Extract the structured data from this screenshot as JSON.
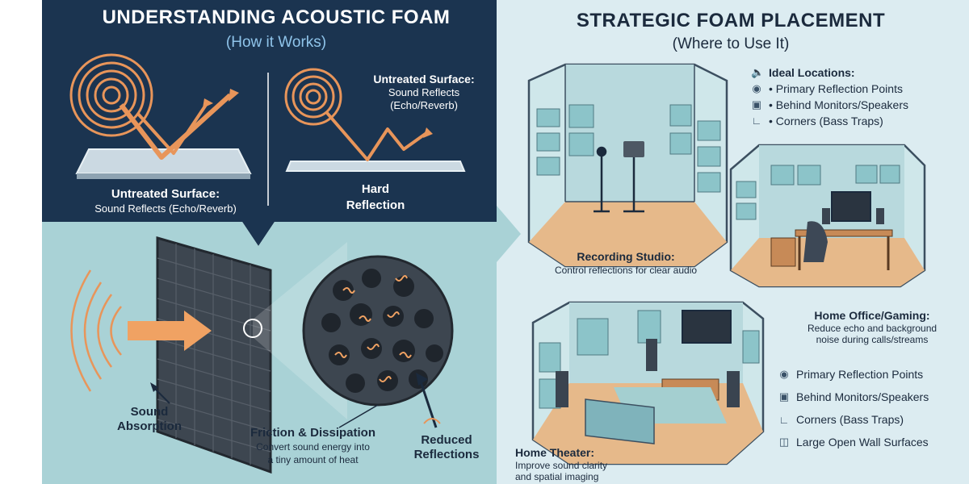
{
  "left": {
    "title": "UNDERSTANDING ACOUSTIC FOAM",
    "subtitle": "(How it Works)",
    "panel1": {
      "label_title": "Untreated Surface:",
      "label_desc": "Sound Reflects (Echo/Reverb)"
    },
    "panel2": {
      "label_line1": "Untreated Surface:",
      "label_line2": "Sound Reflects",
      "label_line3": "(Echo/Reverb)",
      "bottom_line1": "Hard",
      "bottom_line2": "Reflection"
    },
    "absorption": {
      "line1": "Sound",
      "line2": "Absorption"
    },
    "friction": {
      "title": "Friction & Dissipation",
      "line1": "Convert sound energy into",
      "line2": "a tiny amount of heat"
    },
    "reduced": {
      "line1": "Reduced",
      "line2": "Reflections"
    }
  },
  "right": {
    "title": "STRATEGIC FOAM PLACEMENT",
    "subtitle": "(Where to Use It)",
    "ideal": {
      "heading": "Ideal Locations:",
      "items": [
        "• Primary Reflection Points",
        "• Behind Monitors/Speakers",
        "• Corners (Bass Traps)"
      ]
    },
    "studio": {
      "title": "Recording Studio:",
      "desc": "Control reflections for clear audio"
    },
    "office": {
      "title": "Home Office/Gaming:",
      "desc_line1": "Reduce echo and background",
      "desc_line2": "noise during calls/streams"
    },
    "theater": {
      "title": "Home Theater:",
      "desc_line1": "Improve sound clarity",
      "desc_line2": "and spatial imaging"
    },
    "list2": [
      "Primary Reflection Points",
      "Behind Monitors/Speakers",
      "Corners (Bass Traps)",
      "Large Open Wall Surfaces"
    ]
  }
}
